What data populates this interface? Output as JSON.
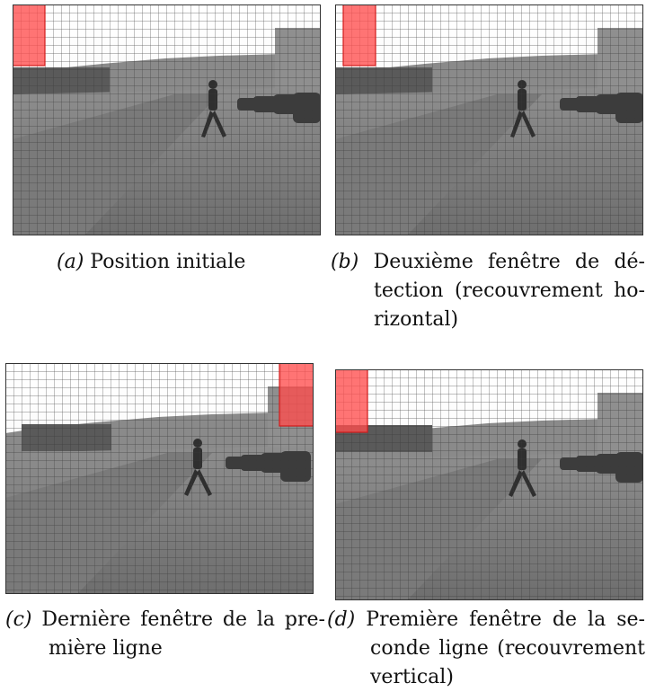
{
  "figure": {
    "colors": {
      "grid_line": "#3a3a3a",
      "window_fill": "#ff4d4d",
      "window_stroke": "#d11a1a",
      "photo_gray": "#9a9a9a"
    },
    "panels": [
      {
        "tag": "(a)",
        "caption_lines": [
          "Position initiale"
        ],
        "window": "top-left cell block (first position)"
      },
      {
        "tag": "(b)",
        "caption_lines": [
          "Deuxième fenêtre de dé-",
          "tection (recouvrement ho-",
          "rizontal)"
        ],
        "window": "shifted right by one cell (horizontal overlap)"
      },
      {
        "tag": "(c)",
        "caption_lines": [
          "Dernière fenêtre de la pre-",
          "mière ligne"
        ],
        "window": "top-right (last window of first row)"
      },
      {
        "tag": "(d)",
        "caption_lines": [
          "Première fenêtre de la se-",
          "conde ligne (recouvrement",
          "vertical)"
        ],
        "window": "left, shifted down one cell (vertical overlap)"
      }
    ]
  }
}
